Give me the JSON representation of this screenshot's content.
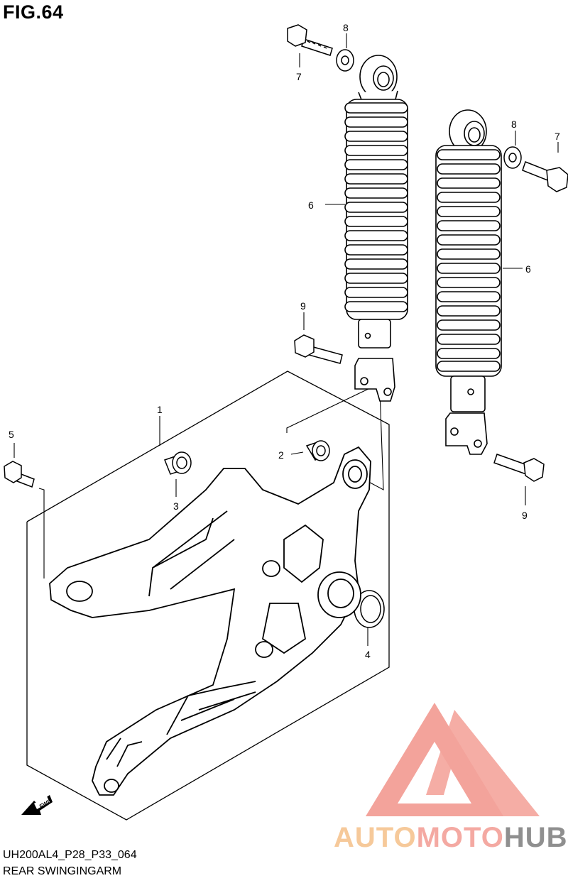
{
  "figure": {
    "title": "FIG.64",
    "code": "UH200AL4_P28_P33_064",
    "name": "REAR SWINGINGARM"
  },
  "callouts": [
    "1",
    "2",
    "3",
    "4",
    "5",
    "6",
    "6",
    "7",
    "7",
    "8",
    "8",
    "9",
    "9"
  ],
  "fwd_label": "FWD",
  "watermark": {
    "part1": "AUTO",
    "part2": "MOTO",
    "part3": "HUB",
    "colors": {
      "auto": "#f6c99a",
      "moto": "#f4a9a2",
      "hub": "#8f8f8f",
      "logo": "#f08a80"
    }
  }
}
